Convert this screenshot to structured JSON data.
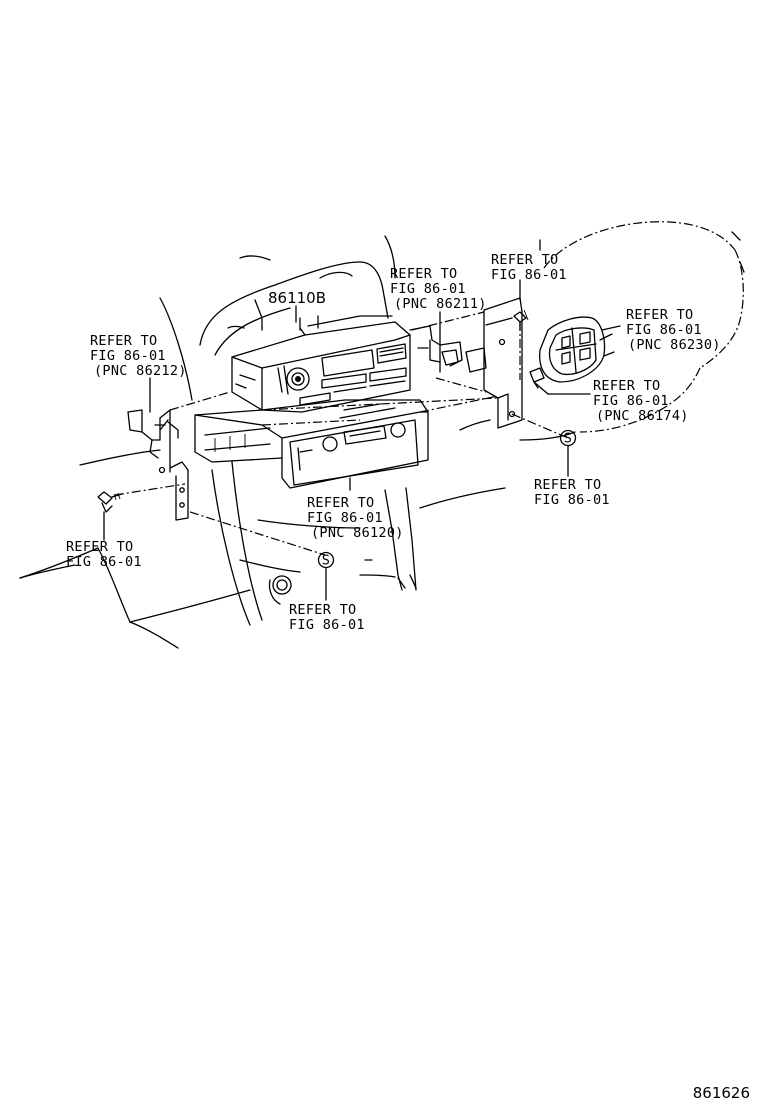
{
  "main_part": "86110B",
  "callouts": {
    "left_upper": {
      "l1": "REFER TO",
      "l2": "FIG 86-01",
      "l3": "(PNC 86212)"
    },
    "left_lower": {
      "l1": "REFER TO",
      "l2": "FIG 86-01"
    },
    "center_upper": {
      "l1": "REFER TO",
      "l2": "FIG 86-01",
      "l3": "(PNC 86211)"
    },
    "center_lower": {
      "l1": "REFER TO",
      "l2": "FIG 86-01",
      "l3": "(PNC 86120)"
    },
    "bottom": {
      "l1": "REFER TO",
      "l2": "FIG 86-01"
    },
    "top_right": {
      "l1": "REFER TO",
      "l2": "FIG 86-01"
    },
    "right_upper": {
      "l1": "REFER TO",
      "l2": "FIG 86-01",
      "l3": "(PNC 86230)"
    },
    "right_mid": {
      "l1": "REFER TO",
      "l2": "FIG 86-01",
      "l3": "(PNC 86174)"
    },
    "right_lower": {
      "l1": "REFER TO",
      "l2": "FIG 86-01"
    }
  },
  "screw_marker": "S",
  "figure_number": "861626"
}
